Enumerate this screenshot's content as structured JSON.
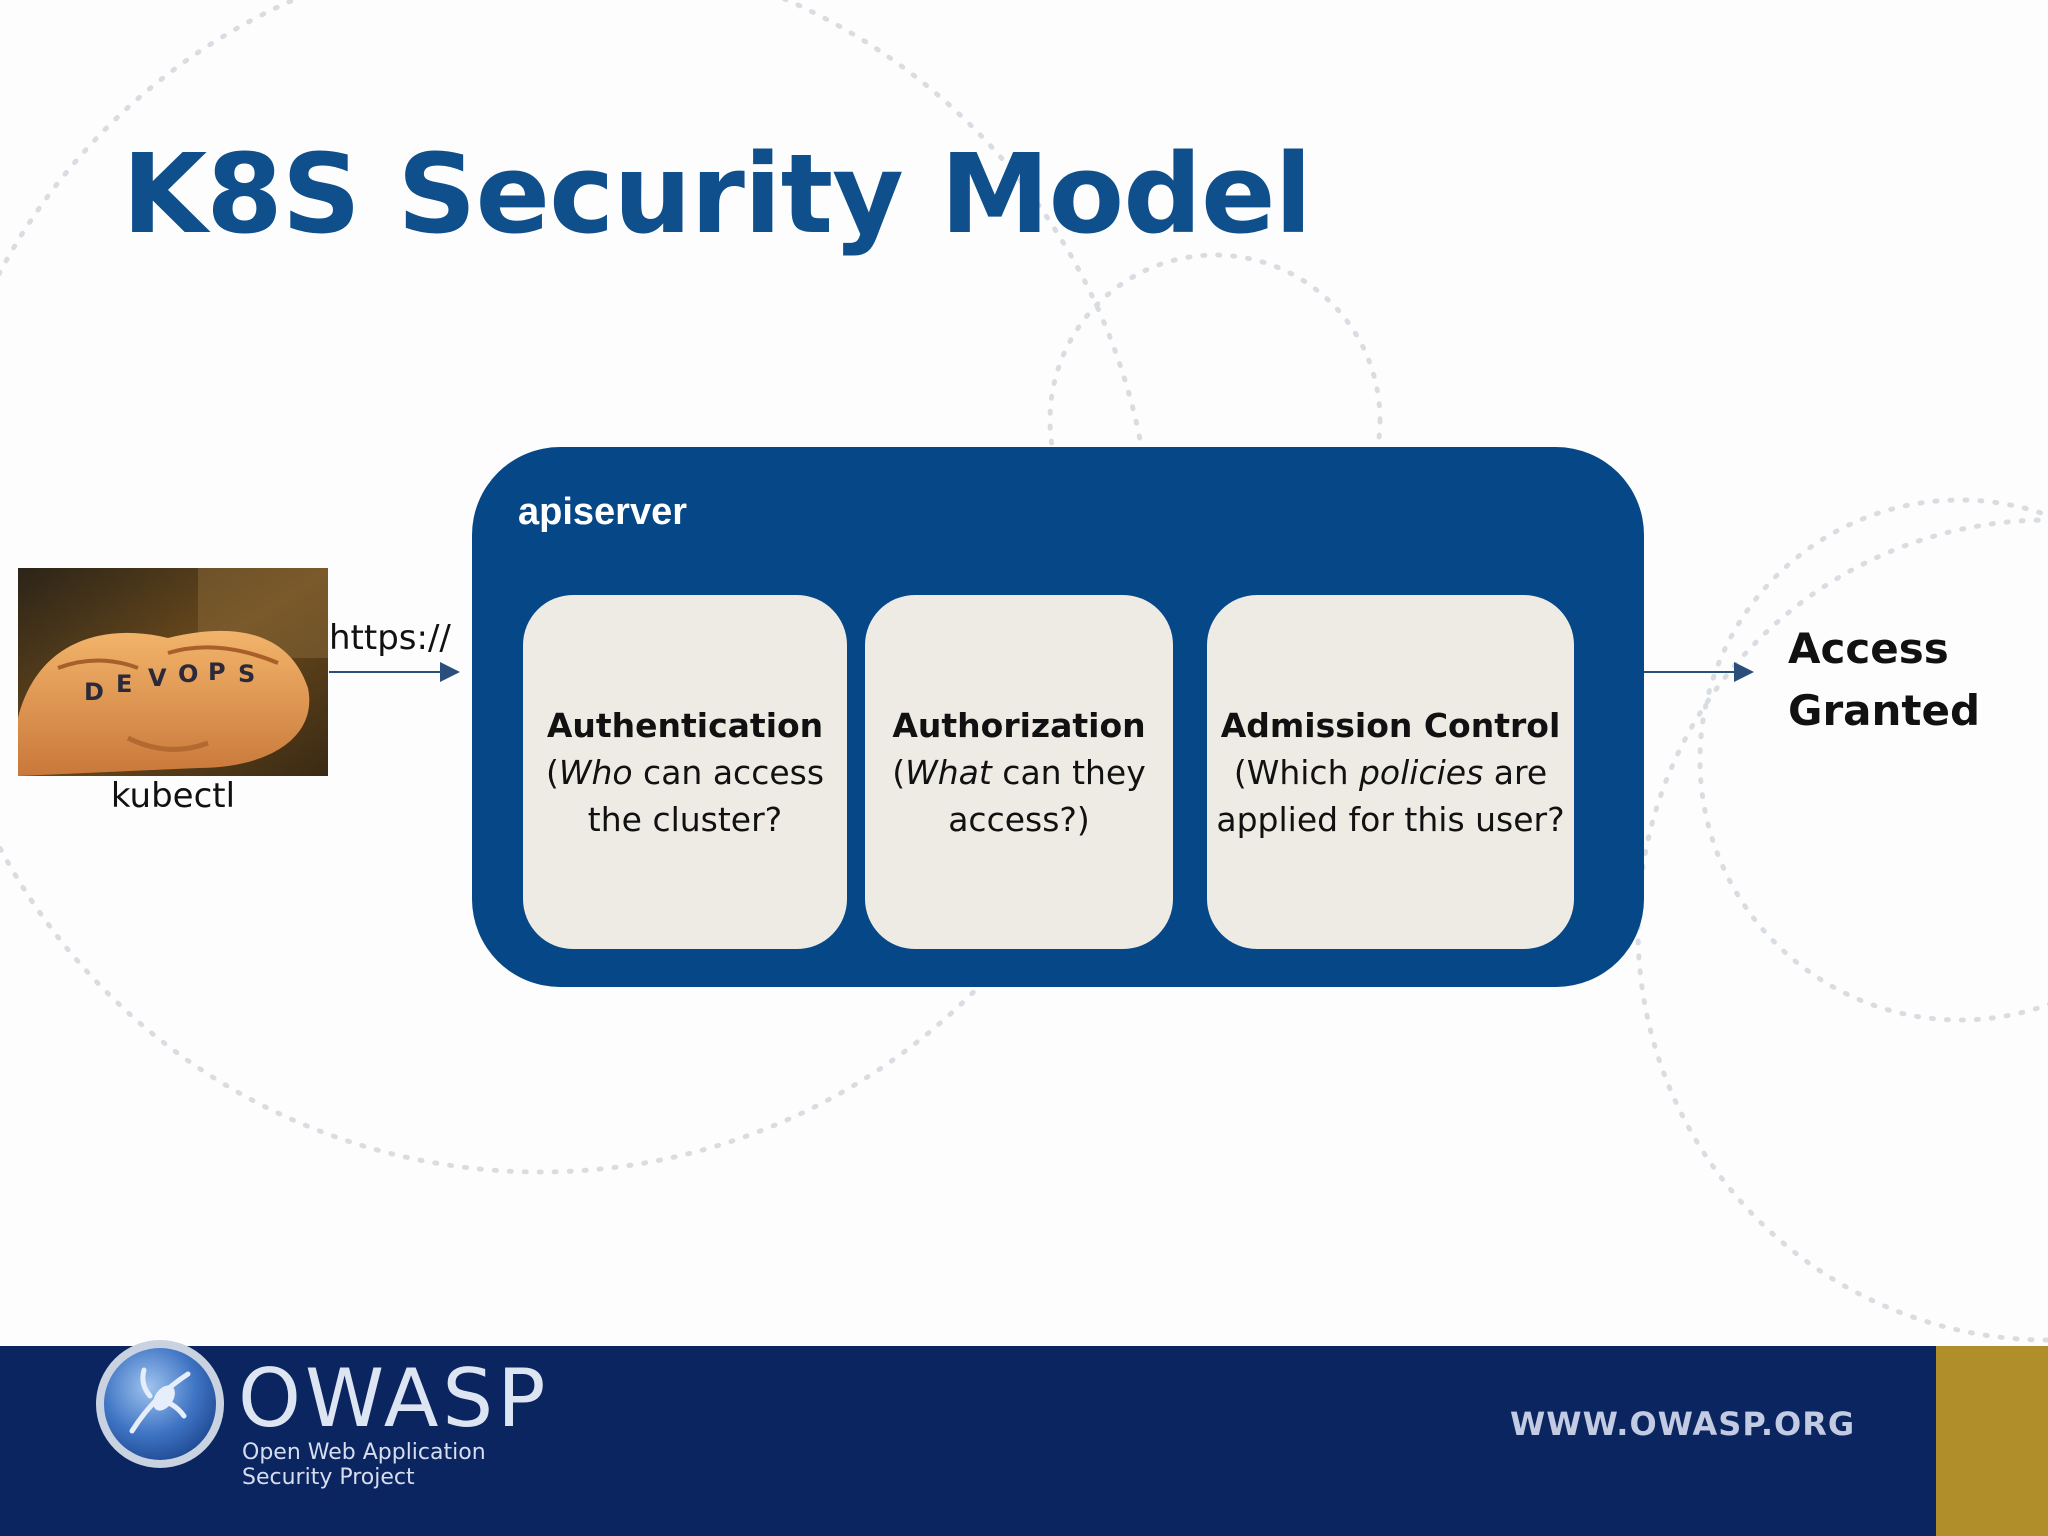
{
  "slide": {
    "title": "K8S Security Model"
  },
  "client": {
    "label": "kubectl",
    "knuckle_letters": [
      "D",
      "E",
      "V",
      "O",
      "P",
      "S"
    ],
    "icon": "devops-knuckles-photo"
  },
  "connection": {
    "protocol": "https://"
  },
  "apiserver": {
    "label": "apiserver",
    "stages": [
      {
        "title": "Authentication",
        "desc_open": "(",
        "desc_em": "Who",
        "desc_rest": " can access the cluster?"
      },
      {
        "title": "Authorization",
        "desc_open": "(",
        "desc_em": "What",
        "desc_rest": " can they access?)"
      },
      {
        "title": "Admission Control",
        "desc_open": "(Which ",
        "desc_em": "policies",
        "desc_rest": " are applied for this user?"
      }
    ]
  },
  "result": {
    "label": "Access\nGranted"
  },
  "footer": {
    "org_name": "OWASP",
    "tagline": "Open Web Application\nSecurity Project",
    "url": "WWW.OWASP.ORG",
    "logo_icon": "owasp-wasp-logo"
  },
  "colors": {
    "title": "#0e4f8c",
    "apiserver_bg": "#054787",
    "stage_bg": "#eeebe5",
    "footer_bg": "#0b2560",
    "footer_accent": "#b08f2b"
  }
}
